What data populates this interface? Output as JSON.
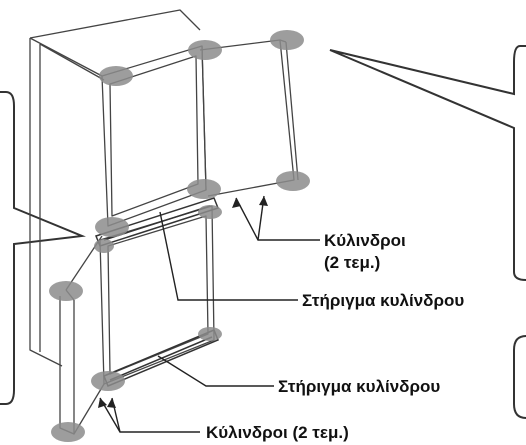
{
  "labels": {
    "rollers_top": "Κύλινδροι",
    "rollers_top_count": "(2 τεμ.)",
    "roller_support_top": "Στήριγμα κυλίνδρου",
    "roller_support_bottom": "Στήριγμα κυλίνδρου",
    "rollers_bottom": "Κύλινδροι (2 τεμ.)"
  },
  "colors": {
    "line": "#333333",
    "highlight": "#8c8c8c",
    "background": "#ffffff"
  }
}
